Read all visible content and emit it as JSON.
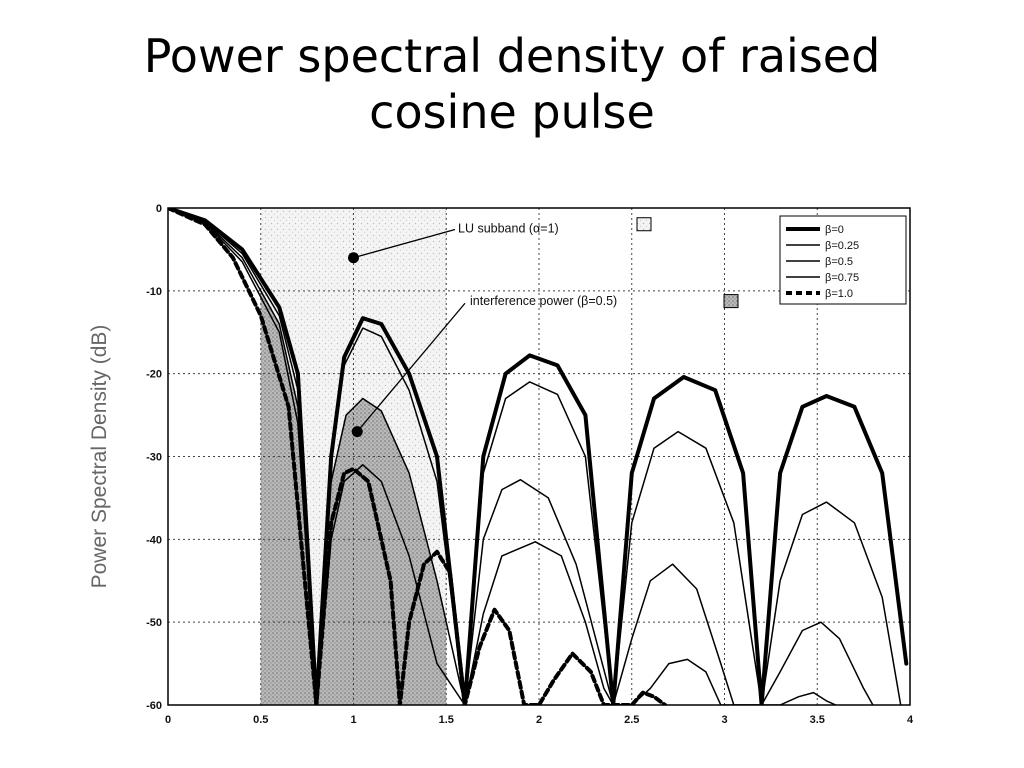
{
  "slide": {
    "title_line1": "Power spectral density of raised",
    "title_line2": "cosine pulse"
  },
  "chart_data": {
    "type": "line",
    "title": "",
    "xlabel": "",
    "ylabel": "Power Spectral Density (dB)",
    "xlim": [
      0,
      4
    ],
    "ylim": [
      -60,
      0
    ],
    "xticks": [
      "0",
      "0.5",
      "1",
      "1.5",
      "2",
      "2.5",
      "3",
      "3.5",
      "4"
    ],
    "yticks": [
      "0",
      "-10",
      "-20",
      "-30",
      "-40",
      "-50",
      "-60"
    ],
    "grid": true,
    "legend_position": "top-right",
    "series": [
      {
        "name": "β=0",
        "color": "#000000",
        "style": "thick-solid",
        "points": [
          [
            0,
            0
          ],
          [
            0.2,
            -1.5
          ],
          [
            0.4,
            -5
          ],
          [
            0.6,
            -12
          ],
          [
            0.7,
            -20
          ],
          [
            0.8,
            -60
          ],
          [
            0.88,
            -30
          ],
          [
            0.95,
            -18
          ],
          [
            1.05,
            -13.3
          ],
          [
            1.15,
            -14
          ],
          [
            1.3,
            -20
          ],
          [
            1.45,
            -30
          ],
          [
            1.6,
            -60
          ],
          [
            1.7,
            -30
          ],
          [
            1.82,
            -20
          ],
          [
            1.95,
            -17.8
          ],
          [
            2.1,
            -19
          ],
          [
            2.25,
            -25
          ],
          [
            2.4,
            -60
          ],
          [
            2.5,
            -32
          ],
          [
            2.62,
            -23
          ],
          [
            2.78,
            -20.4
          ],
          [
            2.95,
            -22
          ],
          [
            3.1,
            -32
          ],
          [
            3.2,
            -60
          ],
          [
            3.3,
            -32
          ],
          [
            3.42,
            -24
          ],
          [
            3.55,
            -22.7
          ],
          [
            3.7,
            -24
          ],
          [
            3.85,
            -32
          ],
          [
            3.98,
            -55
          ]
        ]
      },
      {
        "name": "β=0.25",
        "color": "#000000",
        "style": "solid",
        "points": [
          [
            0,
            0
          ],
          [
            0.2,
            -1.6
          ],
          [
            0.4,
            -5.5
          ],
          [
            0.6,
            -13
          ],
          [
            0.7,
            -22
          ],
          [
            0.8,
            -60
          ],
          [
            0.88,
            -30
          ],
          [
            0.95,
            -19
          ],
          [
            1.05,
            -14.5
          ],
          [
            1.15,
            -15.5
          ],
          [
            1.3,
            -22
          ],
          [
            1.45,
            -33
          ],
          [
            1.6,
            -60
          ],
          [
            1.7,
            -32
          ],
          [
            1.82,
            -23
          ],
          [
            1.95,
            -21
          ],
          [
            2.1,
            -22.5
          ],
          [
            2.25,
            -30
          ],
          [
            2.4,
            -60
          ],
          [
            2.5,
            -38
          ],
          [
            2.62,
            -29
          ],
          [
            2.75,
            -27
          ],
          [
            2.9,
            -29
          ],
          [
            3.05,
            -38
          ],
          [
            3.2,
            -60
          ],
          [
            3.3,
            -45
          ],
          [
            3.42,
            -37
          ],
          [
            3.55,
            -35.5
          ],
          [
            3.7,
            -38
          ],
          [
            3.85,
            -47
          ],
          [
            3.95,
            -60
          ]
        ]
      },
      {
        "name": "β=0.5",
        "color": "#000000",
        "style": "solid",
        "points": [
          [
            0,
            0
          ],
          [
            0.2,
            -1.7
          ],
          [
            0.4,
            -6
          ],
          [
            0.6,
            -14
          ],
          [
            0.7,
            -24
          ],
          [
            0.8,
            -60
          ],
          [
            0.88,
            -33
          ],
          [
            0.96,
            -25
          ],
          [
            1.05,
            -23
          ],
          [
            1.15,
            -24.5
          ],
          [
            1.3,
            -32
          ],
          [
            1.45,
            -45
          ],
          [
            1.6,
            -60
          ],
          [
            1.7,
            -40
          ],
          [
            1.8,
            -34
          ],
          [
            1.9,
            -32.8
          ],
          [
            2.05,
            -35
          ],
          [
            2.2,
            -43
          ],
          [
            2.4,
            -60
          ],
          [
            2.5,
            -52
          ],
          [
            2.6,
            -45
          ],
          [
            2.72,
            -43
          ],
          [
            2.85,
            -46
          ],
          [
            2.98,
            -55
          ],
          [
            3.05,
            -60
          ],
          [
            3.2,
            -60
          ],
          [
            3.3,
            -56
          ],
          [
            3.42,
            -51
          ],
          [
            3.52,
            -50
          ],
          [
            3.62,
            -52
          ],
          [
            3.75,
            -58
          ],
          [
            3.8,
            -60
          ]
        ]
      },
      {
        "name": "β=0.75",
        "color": "#000000",
        "style": "solid",
        "points": [
          [
            0,
            0
          ],
          [
            0.2,
            -1.8
          ],
          [
            0.4,
            -6.5
          ],
          [
            0.6,
            -15
          ],
          [
            0.7,
            -26
          ],
          [
            0.8,
            -60
          ],
          [
            0.88,
            -40
          ],
          [
            0.95,
            -33
          ],
          [
            1.05,
            -31
          ],
          [
            1.15,
            -33
          ],
          [
            1.3,
            -42
          ],
          [
            1.45,
            -55
          ],
          [
            1.6,
            -60
          ],
          [
            1.7,
            -49
          ],
          [
            1.8,
            -42
          ],
          [
            1.98,
            -40.3
          ],
          [
            2.12,
            -42
          ],
          [
            2.25,
            -50
          ],
          [
            2.35,
            -58
          ],
          [
            2.4,
            -60
          ],
          [
            2.5,
            -60
          ],
          [
            2.6,
            -58
          ],
          [
            2.7,
            -55
          ],
          [
            2.8,
            -54.5
          ],
          [
            2.9,
            -56
          ],
          [
            2.98,
            -60
          ],
          [
            3.3,
            -60
          ],
          [
            3.4,
            -59
          ],
          [
            3.48,
            -58.5
          ],
          [
            3.55,
            -59.5
          ],
          [
            3.6,
            -60
          ]
        ]
      },
      {
        "name": "β=1.0",
        "color": "#000000",
        "style": "dashed",
        "points": [
          [
            0,
            0
          ],
          [
            0.2,
            -2
          ],
          [
            0.35,
            -6
          ],
          [
            0.5,
            -13
          ],
          [
            0.65,
            -24
          ],
          [
            0.8,
            -60
          ],
          [
            0.88,
            -38
          ],
          [
            0.95,
            -32
          ],
          [
            1.0,
            -31.5
          ],
          [
            1.08,
            -33
          ],
          [
            1.2,
            -45
          ],
          [
            1.25,
            -60
          ],
          [
            1.3,
            -50
          ],
          [
            1.38,
            -43
          ],
          [
            1.45,
            -41.5
          ],
          [
            1.52,
            -44
          ],
          [
            1.6,
            -60
          ],
          [
            1.68,
            -53
          ],
          [
            1.76,
            -48.5
          ],
          [
            1.84,
            -51
          ],
          [
            1.92,
            -60
          ],
          [
            2.0,
            -60
          ],
          [
            2.08,
            -57
          ],
          [
            2.18,
            -53.8
          ],
          [
            2.28,
            -56
          ],
          [
            2.35,
            -60
          ],
          [
            2.5,
            -60
          ],
          [
            2.56,
            -58.5
          ],
          [
            2.62,
            -59
          ],
          [
            2.68,
            -60
          ]
        ]
      }
    ],
    "annotations": [
      {
        "text": "LU subband (α=1)"
      },
      {
        "text": "interference power (β=0.5)"
      }
    ],
    "shaded_regions": [
      {
        "label": "LU subband",
        "x": [
          0.5,
          1.5
        ],
        "pattern": "light-dots"
      },
      {
        "label": "interference power",
        "x": [
          0.5,
          1.5
        ],
        "pattern": "dark-dots"
      }
    ]
  }
}
